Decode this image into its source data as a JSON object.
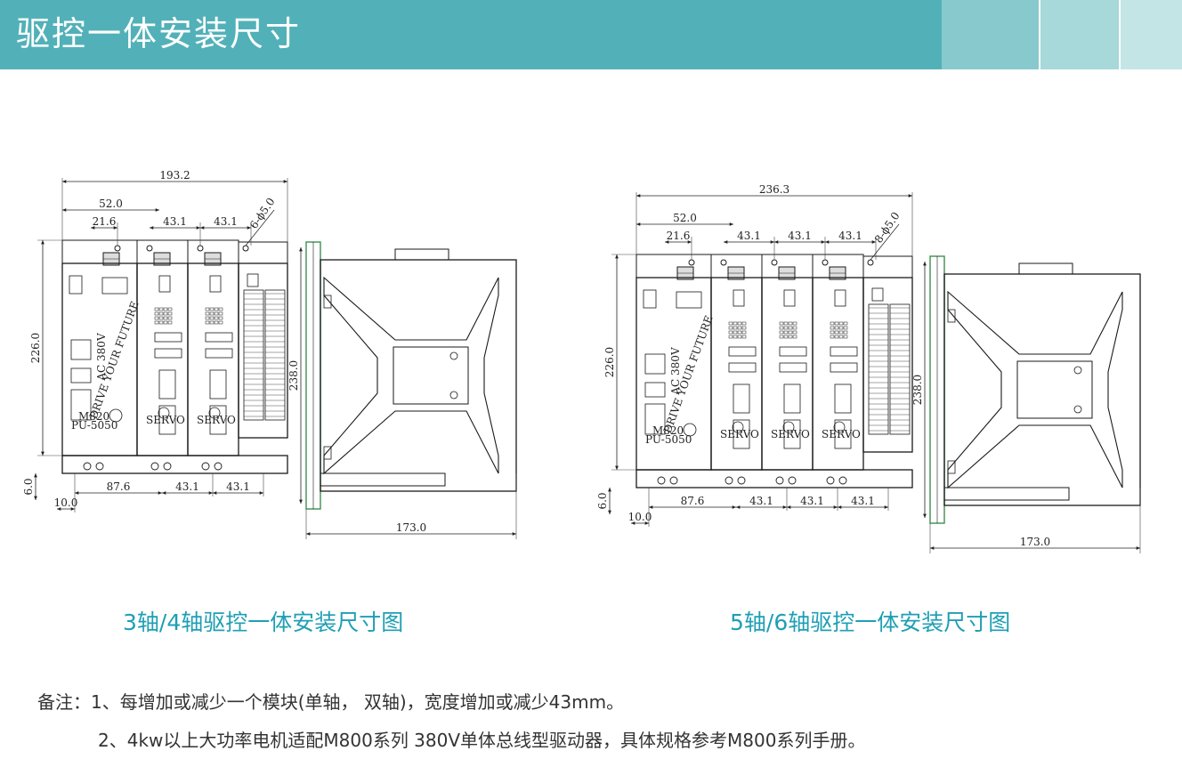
{
  "header": {
    "title": "驱控一体安装尺寸"
  },
  "figures": [
    {
      "caption": "3轴/4轴驱控一体安装尺寸图",
      "front_dims": {
        "overall_width": "193.2",
        "first_module": "52.0",
        "hole_offset": "21.6",
        "module_a": "43.1",
        "module_b": "43.1",
        "holes": "6-ϕ5.0",
        "height": "226.0",
        "bottom_left": "87.6",
        "bottom_a": "43.1",
        "bottom_b": "43.1",
        "foot_height": "6.0",
        "foot_width": "10.0"
      },
      "side_dims": {
        "height": "238.0",
        "depth": "173.0"
      },
      "module_labels": {
        "brand": "DRIVE YOUR FUTURE",
        "model": "M820",
        "sub_model": "PU-5050",
        "slot_tag": "SERVO",
        "voltage": "AC 380V"
      }
    },
    {
      "caption": "5轴/6轴驱控一体安装尺寸图",
      "front_dims": {
        "overall_width": "236.3",
        "first_module": "52.0",
        "hole_offset": "21.6",
        "module_a": "43.1",
        "module_b": "43.1",
        "module_c": "43.1",
        "holes": "8-ϕ5.0",
        "height": "226.0",
        "bottom_left": "87.6",
        "bottom_a": "43.1",
        "bottom_b": "43.1",
        "bottom_c": "43.1",
        "foot_height": "6.0",
        "foot_width": "10.0"
      },
      "side_dims": {
        "height": "238.0",
        "depth": "173.0"
      },
      "module_labels": {
        "brand": "DRIVE YOUR FUTURE",
        "model": "M820",
        "sub_model": "PU-5050",
        "slot_tag": "SERVO",
        "voltage": "AC 380V"
      }
    }
  ],
  "notes": {
    "line1": "备注：1、每增加或减少一个模块(单轴， 双轴)，宽度增加或减少43mm。",
    "line2": "2、4kw以上大功率电机适配M800系列 380V单体总线型驱动器，具体规格参考M800系列手册。"
  },
  "colors": {
    "banner": "#52b1b8",
    "caption": "#1e9fb4",
    "line": "#1a1a1a",
    "heatsink_edge": "#3f8f52"
  }
}
